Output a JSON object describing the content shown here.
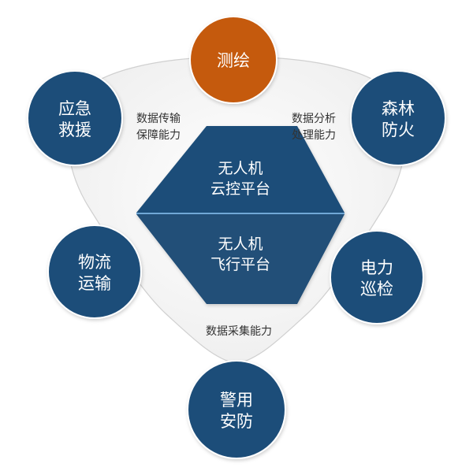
{
  "center": {
    "upper": {
      "line1": "无人机",
      "line2": "云控平台"
    },
    "lower": {
      "line1": "无人机",
      "line2": "飞行平台"
    }
  },
  "capabilities": {
    "left": {
      "line1": "数据传输",
      "line2": "保障能力"
    },
    "right": {
      "line1": "数据分析",
      "line2": "处理能力"
    },
    "bottom": "数据采集能力"
  },
  "nodes": {
    "top": {
      "line1": "测绘"
    },
    "upper_left": {
      "line1": "应急",
      "line2": "救援"
    },
    "upper_right": {
      "line1": "森林",
      "line2": "防火"
    },
    "lower_left": {
      "line1": "物流",
      "line2": "运输"
    },
    "lower_right": {
      "line1": "电力",
      "line2": "巡检"
    },
    "bottom": {
      "line1": "警用",
      "line2": "安防"
    }
  },
  "colors": {
    "navy": "#1f4e79",
    "orange": "#c55a11",
    "halo": "#f5f5f5"
  }
}
